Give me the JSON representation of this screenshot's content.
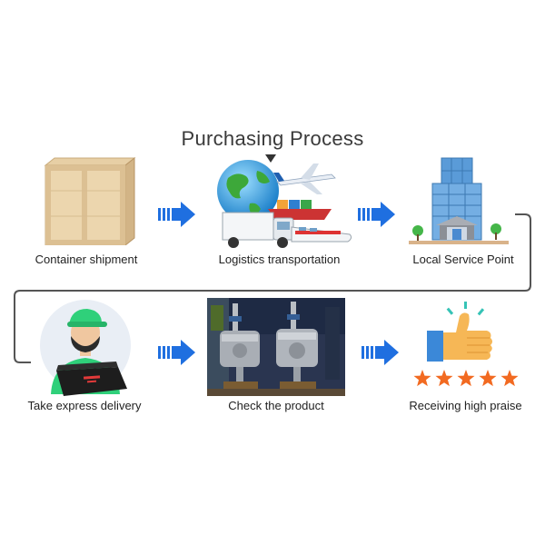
{
  "title": "Purchasing Process",
  "steps": [
    {
      "label": "Container shipment",
      "icon": "wooden-crate-icon"
    },
    {
      "label": "Logistics transportation",
      "icon": "globe-plane-truck-train-icon"
    },
    {
      "label": "Local Service Point",
      "icon": "office-building-icon"
    },
    {
      "label": "Take express delivery",
      "icon": "courier-with-package-icon"
    },
    {
      "label": "Check the product",
      "icon": "product-photo"
    },
    {
      "label": "Receiving high praise",
      "icon": "thumbs-up-stars-icon"
    }
  ],
  "rating_stars": 5,
  "colors": {
    "arrow": "#1f6fe0",
    "connector": "#555555",
    "star": "#f26a21",
    "courier_shirt": "#2fd07a"
  }
}
